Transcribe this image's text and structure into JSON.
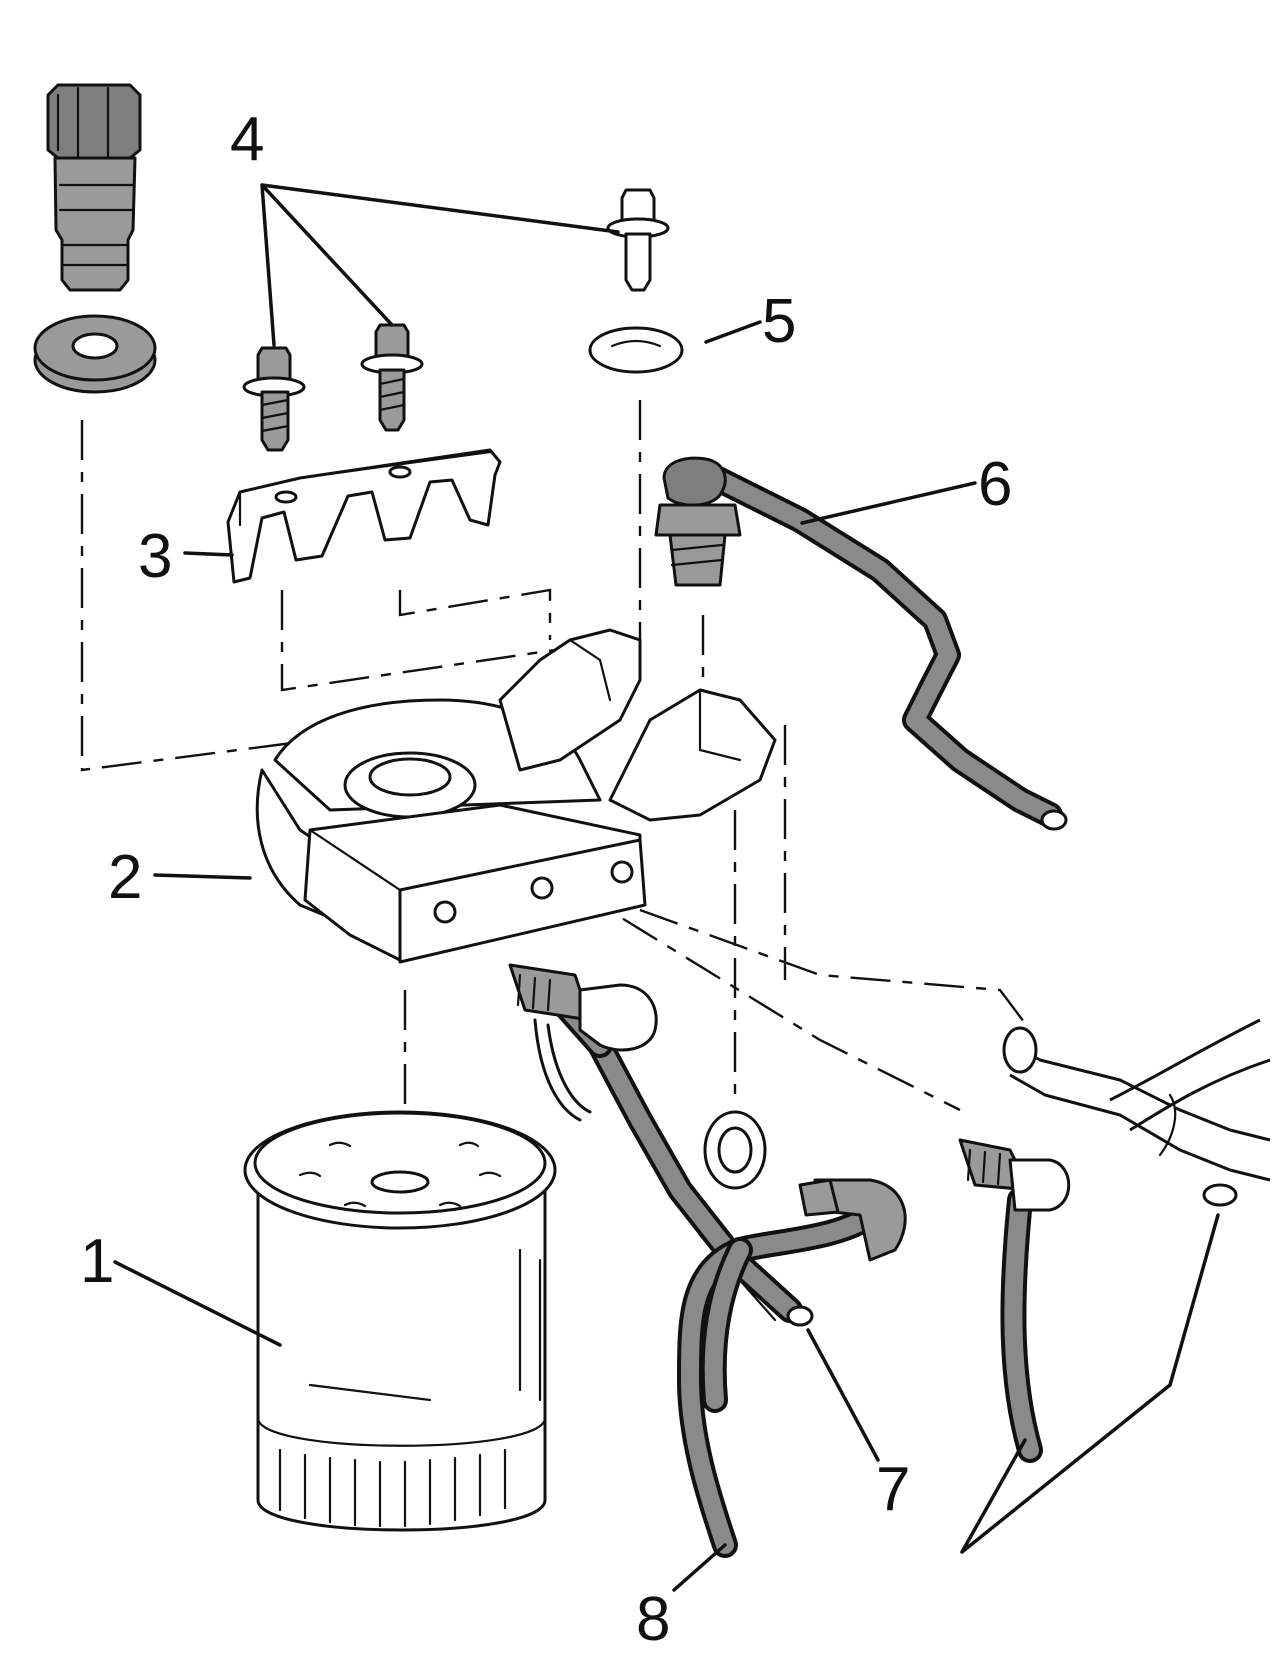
{
  "callouts": [
    {
      "id": "1",
      "label": "1"
    },
    {
      "id": "2",
      "label": "2"
    },
    {
      "id": "3",
      "label": "3"
    },
    {
      "id": "4",
      "label": "4"
    },
    {
      "id": "5",
      "label": "5"
    },
    {
      "id": "6",
      "label": "6"
    },
    {
      "id": "7",
      "label": "7"
    },
    {
      "id": "8",
      "label": "8"
    }
  ],
  "colors": {
    "ink": "#111111",
    "shading": "#9a9a9a",
    "background": "#ffffff"
  }
}
